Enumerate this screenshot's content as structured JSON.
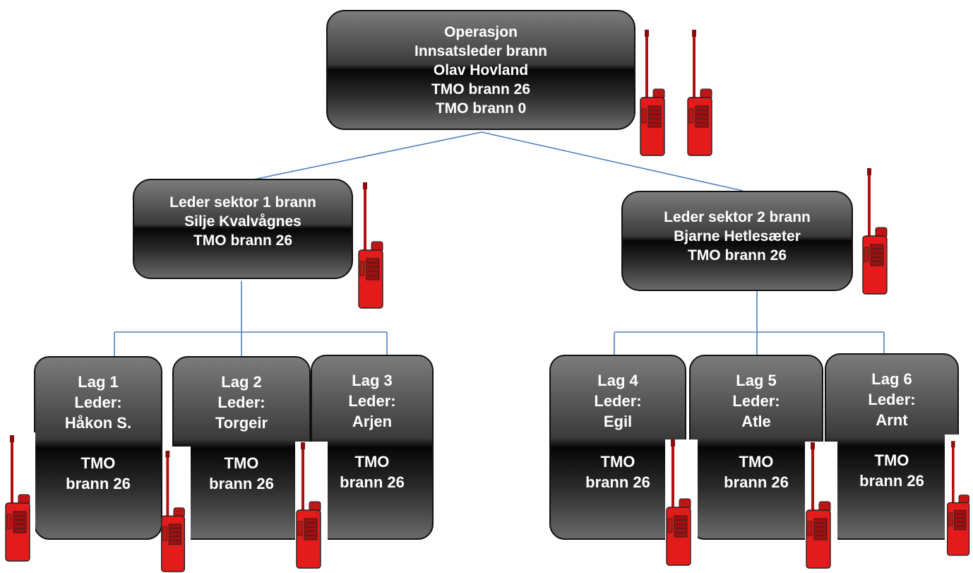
{
  "root": {
    "lines": [
      "Operasjon",
      "Innsatsleder brann",
      "Olav Hovland",
      "TMO brann 26",
      "TMO brann 0"
    ]
  },
  "sectors": [
    {
      "lines": [
        "Leder sektor 1 brann",
        "Silje Kvalvågnes",
        "TMO brann 26"
      ]
    },
    {
      "lines": [
        "Leder sektor 2 brann",
        "Bjarne Hetlesæter",
        "TMO brann 26"
      ]
    }
  ],
  "teams": [
    {
      "title": "Lag 1",
      "leader_label": "Leder:",
      "leader": "Håkon S.",
      "radio_line1": "TMO",
      "radio_line2": "brann 26"
    },
    {
      "title": "Lag 2",
      "leader_label": "Leder:",
      "leader": "Torgeir",
      "radio_line1": "TMO",
      "radio_line2": "brann 26"
    },
    {
      "title": "Lag 3",
      "leader_label": "Leder:",
      "leader": "Arjen",
      "radio_line1": "TMO",
      "radio_line2": "brann 26"
    },
    {
      "title": "Lag 4",
      "leader_label": "Leder:",
      "leader": "Egil",
      "radio_line1": "TMO",
      "radio_line2": "brann 26"
    },
    {
      "title": "Lag 5",
      "leader_label": "Leder:",
      "leader": "Atle",
      "radio_line1": "TMO",
      "radio_line2": "brann 26"
    },
    {
      "title": "Lag 6",
      "leader_label": "Leder:",
      "leader": "Arnt",
      "radio_line1": "TMO",
      "radio_line2": "brann 26"
    }
  ],
  "colors": {
    "connector": "#4f81bd",
    "box_text": "#ffffff",
    "radio_body": "#e31b1b"
  },
  "icons": {
    "radio": "walkie-talkie-icon"
  }
}
